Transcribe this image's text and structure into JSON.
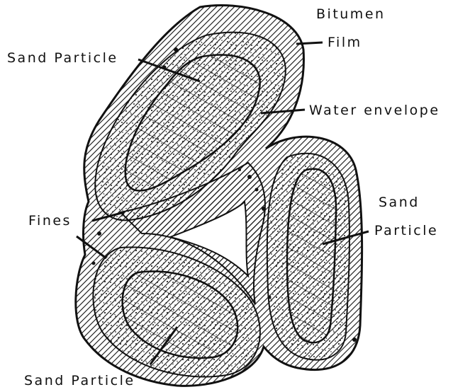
{
  "labels": {
    "bitumen_line1": "Bitumen",
    "bitumen_line2": "Film",
    "sand_top": "Sand Particle",
    "water": "Water envelope",
    "fines": "Fines",
    "sand_right_line1": "Sand",
    "sand_right_line2": "Particle",
    "sand_bottom": "Sand Particle"
  },
  "colors": {
    "ink": "#111111",
    "paper": "#ffffff"
  }
}
